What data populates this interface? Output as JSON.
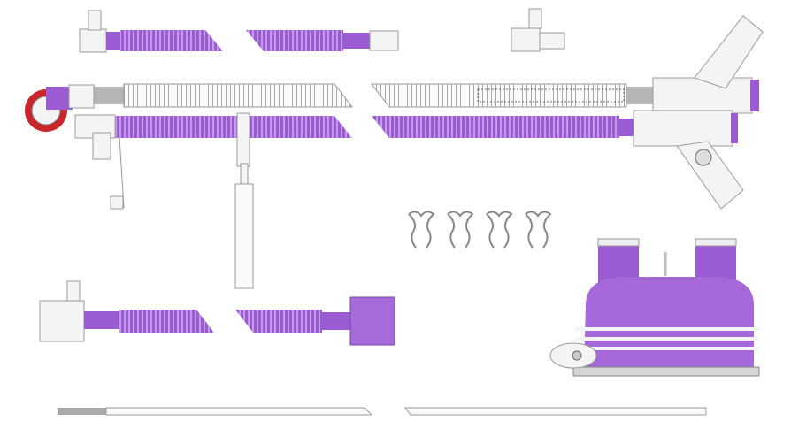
{
  "colors": {
    "background": "#ffffff",
    "purple": "#9a5bd3",
    "purple_light": "#c39be8",
    "white_part": "#f4f4f4",
    "outline": "#9a9a9a",
    "grey_cuff": "#b5b5b5",
    "red": "#c8262b"
  },
  "components": [
    {
      "name": "breathing-tube-segment-top"
    },
    {
      "name": "elbow-connector-top-right"
    },
    {
      "name": "inspiratory-limb-white"
    },
    {
      "name": "expiratory-limb-purple"
    },
    {
      "name": "y-piece-connector"
    },
    {
      "name": "patient-elbow"
    },
    {
      "name": "temperature-probe"
    },
    {
      "name": "tube-clips"
    },
    {
      "name": "breathing-tube-segment-bottom"
    },
    {
      "name": "humidifier-chamber"
    },
    {
      "name": "heater-wire"
    }
  ]
}
